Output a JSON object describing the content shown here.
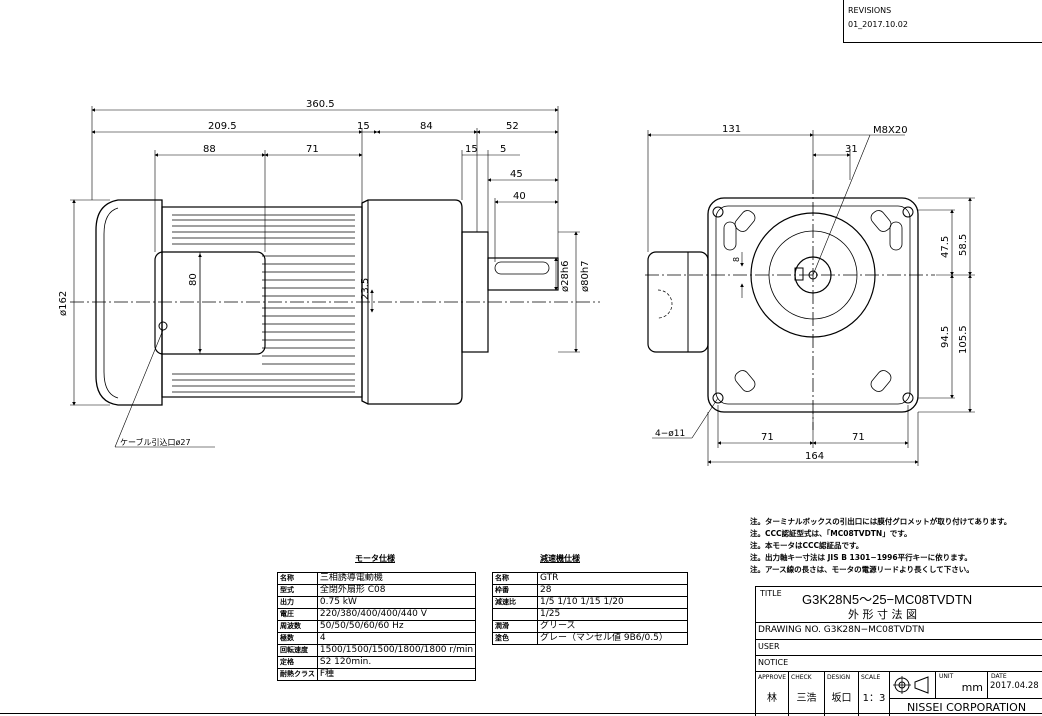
{
  "revisions": {
    "header": "REVISIONS",
    "entry": "01_2017.10.02"
  },
  "dims": {
    "d360_5": "360.5",
    "d209_5": "209.5",
    "d15a": "15",
    "d84": "84",
    "d52": "52",
    "d88": "88",
    "d71a": "71",
    "d15b": "15",
    "d5": "5",
    "d45": "45",
    "d40": "40",
    "d80": "80",
    "d23_5": "23.5",
    "d28h6": "ø28h6",
    "d80h7": "ø80h7",
    "d162": "ø162",
    "cable": "ケーブル引込口ø27",
    "d131": "131",
    "m8": "M8X20",
    "d31": "31",
    "d8": "8",
    "d47_5": "47.5",
    "d58_5": "58.5",
    "d94_5": "94.5",
    "d105_5": "105.5",
    "holes": "4−ø11",
    "d71b": "71",
    "d71c": "71",
    "d164": "164"
  },
  "motor_spec": {
    "title": "モータ仕様",
    "rows": [
      [
        "名称",
        "三相誘導電動機"
      ],
      [
        "型式",
        "全閉外扇形 C08"
      ],
      [
        "出力",
        "0.75 kW"
      ],
      [
        "電圧",
        "220/380/400/400/440 V"
      ],
      [
        "周波数",
        "50/50/50/60/60 Hz"
      ],
      [
        "極数",
        "4"
      ],
      [
        "回転速度",
        "1500/1500/1500/1800/1800 r/min"
      ],
      [
        "定格",
        "S2 120min."
      ],
      [
        "耐熱クラス",
        "F種"
      ]
    ]
  },
  "reducer_spec": {
    "title": "減速機仕様",
    "rows": [
      [
        "名称",
        "GTR"
      ],
      [
        "枠番",
        "28"
      ],
      [
        "減速比",
        "1/5 1/10 1/15 1/20"
      ],
      [
        "",
        "1/25"
      ],
      [
        "潤滑",
        "グリース"
      ],
      [
        "塗色",
        "グレー（マンセル値 9B6/0.5）"
      ]
    ]
  },
  "notes": [
    "注。ターミナルボックスの引出口には膜付グロメットが取り付けてあります。",
    "注。CCC認証型式は、「MC08TVDTN」です。",
    "注。本モータはCCC認証品です。",
    "注。出力軸キー寸法は JIS B 1301−1996平行キーに依ります。",
    "注。アース線の長さは、モータの電源リードより長くして下さい。"
  ],
  "title_block": {
    "title_label": "TITLE",
    "title_line1": "G3K28N5〜25−MC08TVDTN",
    "title_line2": "外 形 寸 法 図",
    "drawing_no": "DRAWING NO. G3K28N−MC08TVDTN",
    "user_label": "USER",
    "notice_label": "NOTICE",
    "approve_label": "APPROVE",
    "approve": "林",
    "check_label": "CHECK",
    "check": "三浩",
    "design_label": "DESIGN",
    "design": "坂口",
    "scale_label": "SCALE",
    "scale": "1：3",
    "unit_label": "UNIT",
    "unit": "mm",
    "date_label": "DATE",
    "date": "2017.04.28",
    "company": "NISSEI CORPORATION"
  }
}
